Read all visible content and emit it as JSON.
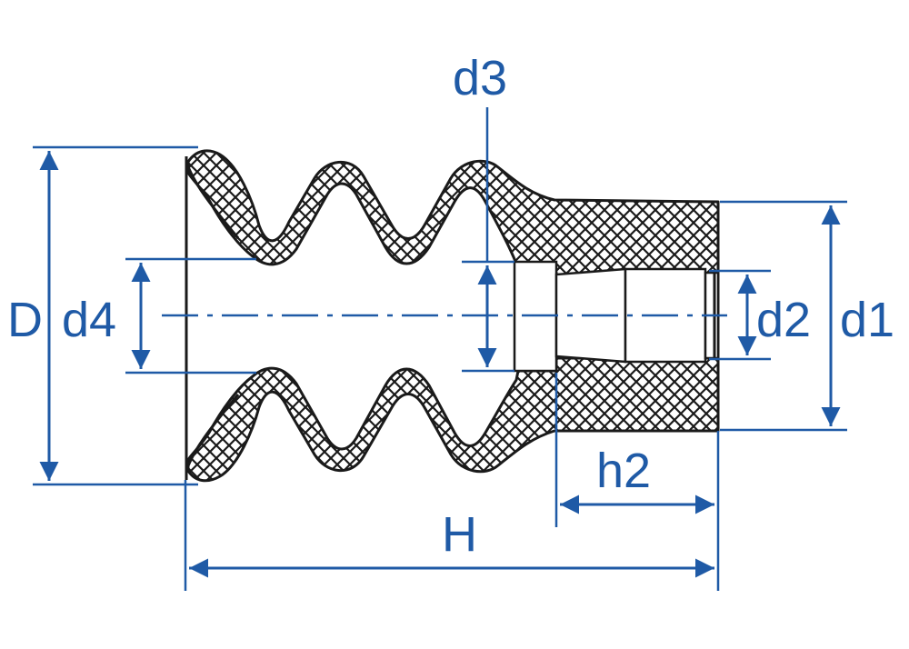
{
  "figure": {
    "kind": "technical-dimension-drawing",
    "subject": "bellows suction cup cross-section",
    "colors": {
      "dimension": "#1f5aa6",
      "outline": "#1a1a1a",
      "hatch": "#1a1a1a",
      "background": "#ffffff"
    }
  },
  "labels": {
    "D": "D",
    "d1": "d1",
    "d2": "d2",
    "d3": "d3",
    "d4": "d4",
    "h2": "h2",
    "H": "H"
  }
}
